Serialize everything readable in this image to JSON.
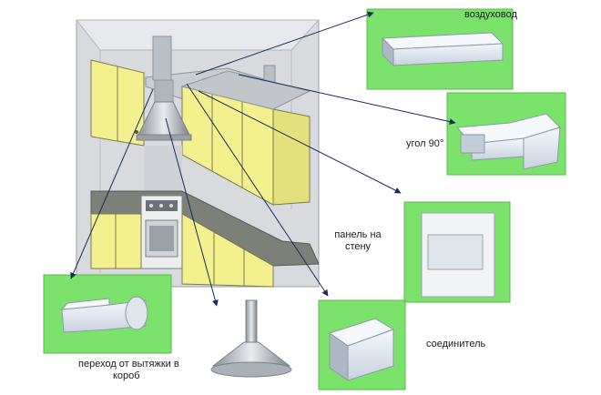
{
  "labels": {
    "duct": "воздуховод",
    "angle": "угол 90°",
    "wall_panel_line1": "панель на",
    "wall_panel_line2": "стену",
    "connector": "соединитель",
    "transition_line1": "переход от вытяжки в",
    "transition_line2": "короб"
  },
  "colors": {
    "panel_green": "#7be26b",
    "cabinet_yellow": "#f4f08e",
    "wall_gray": "#d8dade",
    "counter_gray": "#7c8078",
    "arrow": "#1b2a5a"
  }
}
